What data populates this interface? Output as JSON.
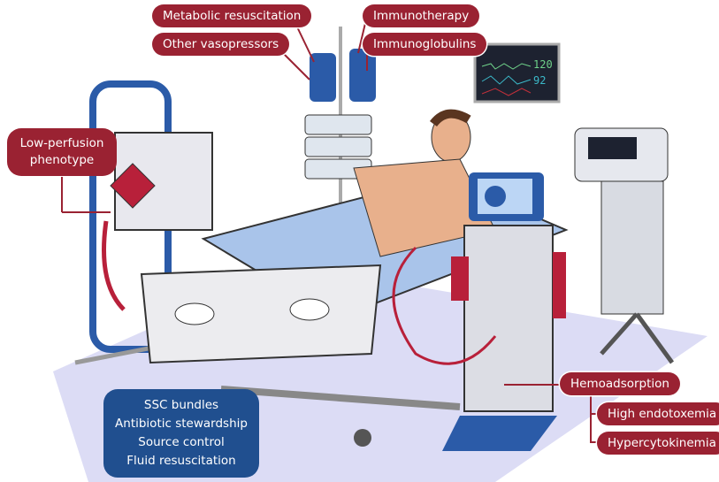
{
  "labels": {
    "metabolic": "Metabolic resuscitation",
    "vasopressors": "Other vasopressors",
    "immunotherapy": "Immunotherapy",
    "immunoglobulins": "Immunoglobulins",
    "low_perfusion": [
      "Low-perfusion",
      "phenotype"
    ],
    "hemoadsorption": "Hemoadsorption",
    "endotoxemia": "High endotoxemia",
    "cytokinemia": "Hypercytokinemia"
  },
  "standard_care": [
    "SSC bundles",
    "Antibiotic stewardship",
    "Source control",
    "Fluid resuscitation"
  ],
  "monitor": {
    "hr": "120",
    "spo2": "92"
  },
  "colors": {
    "label": "#9a2232",
    "box": "#204f8f",
    "floor": "#dcdcf5"
  }
}
